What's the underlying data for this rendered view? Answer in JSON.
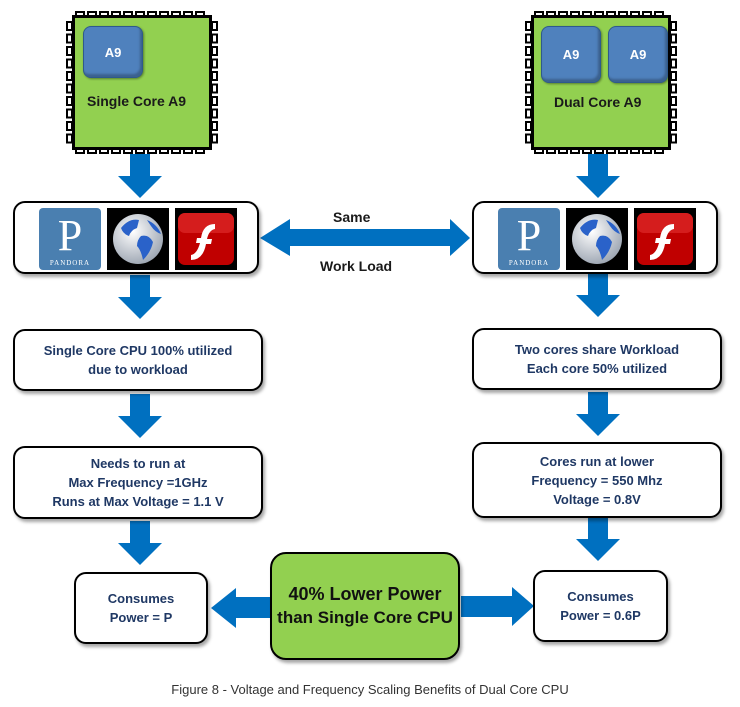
{
  "left": {
    "chip": {
      "core_labels": [
        "A9"
      ],
      "label": "Single Core A9"
    },
    "apps": [
      "pandora-icon",
      "globe-icon",
      "flash-icon"
    ],
    "pandora_text": "PANDORA",
    "utilization": [
      "Single Core CPU 100% utilized",
      "due to workload"
    ],
    "frequency": [
      "Needs to run at",
      "Max Frequency =1GHz",
      "Runs at Max Voltage = 1.1 V"
    ],
    "power": [
      "Consumes",
      "Power = P"
    ]
  },
  "right": {
    "chip": {
      "core_labels": [
        "A9",
        "A9"
      ],
      "label": "Dual Core A9"
    },
    "apps": [
      "pandora-icon",
      "globe-icon",
      "flash-icon"
    ],
    "pandora_text": "PANDORA",
    "utilization": [
      "Two cores share Workload",
      "Each core 50% utilized"
    ],
    "frequency": [
      "Cores  run at lower",
      "Frequency = 550 Mhz",
      "Voltage = 0.8V"
    ],
    "power": [
      "Consumes",
      "Power = 0.6P"
    ]
  },
  "center": {
    "workload_top": "Same",
    "workload_bottom": "Work Load",
    "result": [
      "40% Lower Power",
      "than Single Core CPU"
    ]
  },
  "caption": "Figure 8 - Voltage and Frequency Scaling Benefits of Dual Core CPU",
  "colors": {
    "chip_green": "#92d050",
    "core_blue": "#4f81bd",
    "arrow_blue": "#0070c0",
    "box_text": "#1f3864"
  }
}
